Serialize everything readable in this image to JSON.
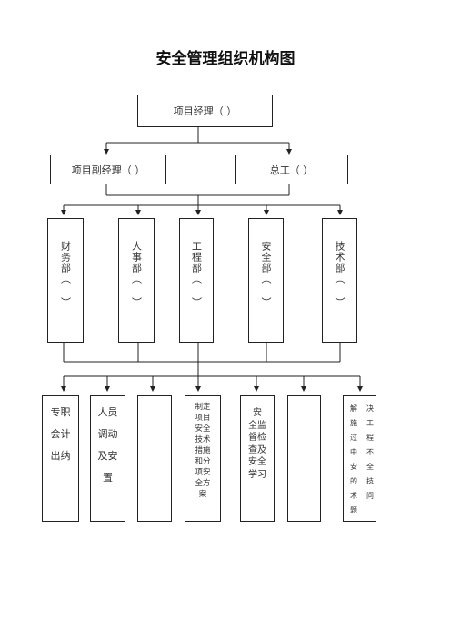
{
  "title": "安全管理组织机构图",
  "manager": "项目经理（      ）",
  "level2": {
    "deputy": "项目副经理（      ）",
    "chief_engineer": "总工（      ）"
  },
  "departments": [
    "财务部（  ）",
    "人事部（  ）",
    "工程部（  ）",
    "安全部（  ）",
    "技术部（  ）"
  ],
  "duties": [
    [
      "专职",
      "会计",
      "出纳"
    ],
    [
      "人员",
      "调动",
      "及安",
      "置"
    ],
    [],
    [
      "制定",
      "项目",
      "安全",
      "技术",
      "措施",
      "和分",
      "项安",
      "全方",
      "案"
    ],
    [
      "安",
      "全监",
      "督检",
      "查及",
      "安全",
      "学习"
    ],
    [],
    [
      "解　决",
      "施　工",
      "过　程",
      "中　不",
      "安　全",
      "的　技",
      "术　问",
      "题"
    ]
  ]
}
